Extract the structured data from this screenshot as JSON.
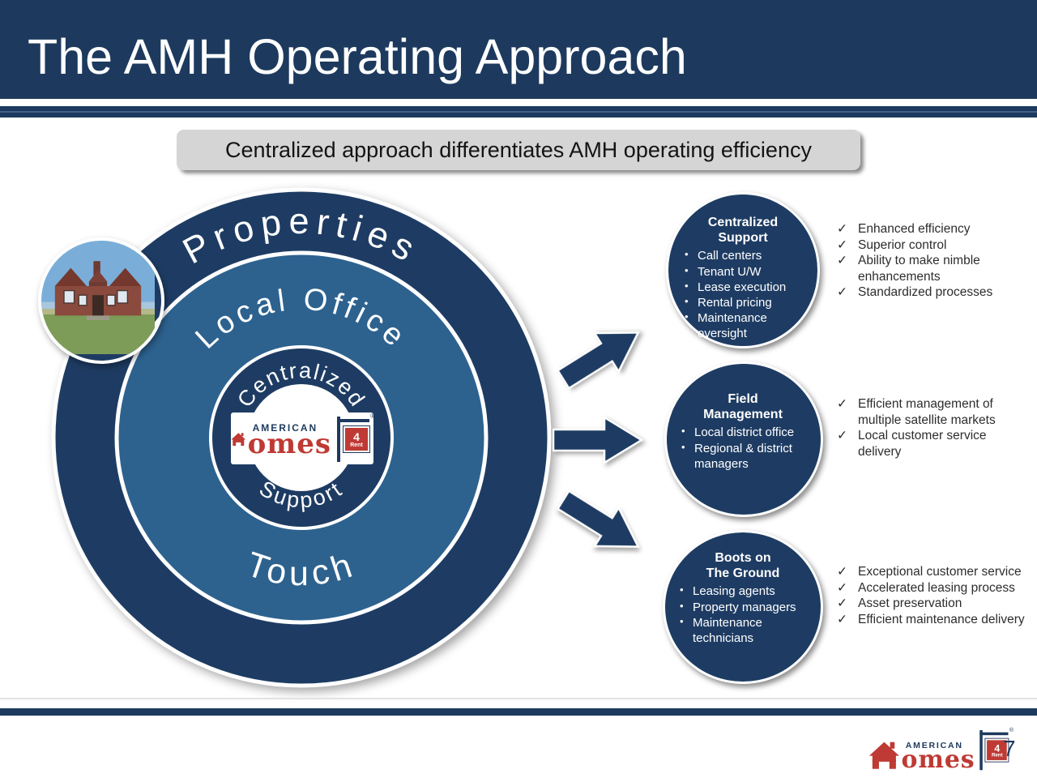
{
  "slide": {
    "title": "The AMH Operating Approach",
    "subtitle": "Centralized approach differentiates AMH operating efficiency",
    "page_number": "7"
  },
  "colors": {
    "header_navy": "#1d3a5e",
    "ring_navy": "#1e3c63",
    "ring_blue": "#2d628f",
    "logo_red": "#bf3a34",
    "subtitle_bg": "#d5d5d5"
  },
  "icons": {
    "check": "✓",
    "bullet": "•"
  },
  "logo": {
    "american": "AMERICAN",
    "homes": "omes",
    "four": "4",
    "rent": "Rent",
    "registered": "®"
  },
  "diagram": {
    "outer_label": "Properties",
    "middle_top_label": "Local Office",
    "middle_bottom_label": "Touch",
    "inner_top_label": "Centralized",
    "inner_bottom_label": "Support"
  },
  "nodes": [
    {
      "title_line1": "Centralized Support",
      "title_line2": "",
      "bullets": [
        "Call centers",
        "Tenant U/W",
        "Lease execution",
        "Rental pricing",
        "Maintenance oversight"
      ],
      "checks": [
        "Enhanced efficiency",
        "Superior control",
        "Ability to make nimble enhancements",
        "Standardized processes"
      ]
    },
    {
      "title_line1": "Field",
      "title_line2": "Management",
      "bullets": [
        "Local district office",
        "Regional & district managers"
      ],
      "checks": [
        "Efficient management of multiple satellite markets",
        "Local customer service delivery"
      ]
    },
    {
      "title_line1": "Boots on",
      "title_line2": "The Ground",
      "bullets": [
        "Leasing agents",
        "Property managers",
        "Maintenance technicians"
      ],
      "checks": [
        "Exceptional customer service",
        "Accelerated leasing process",
        "Asset preservation",
        "Efficient maintenance delivery"
      ]
    }
  ]
}
